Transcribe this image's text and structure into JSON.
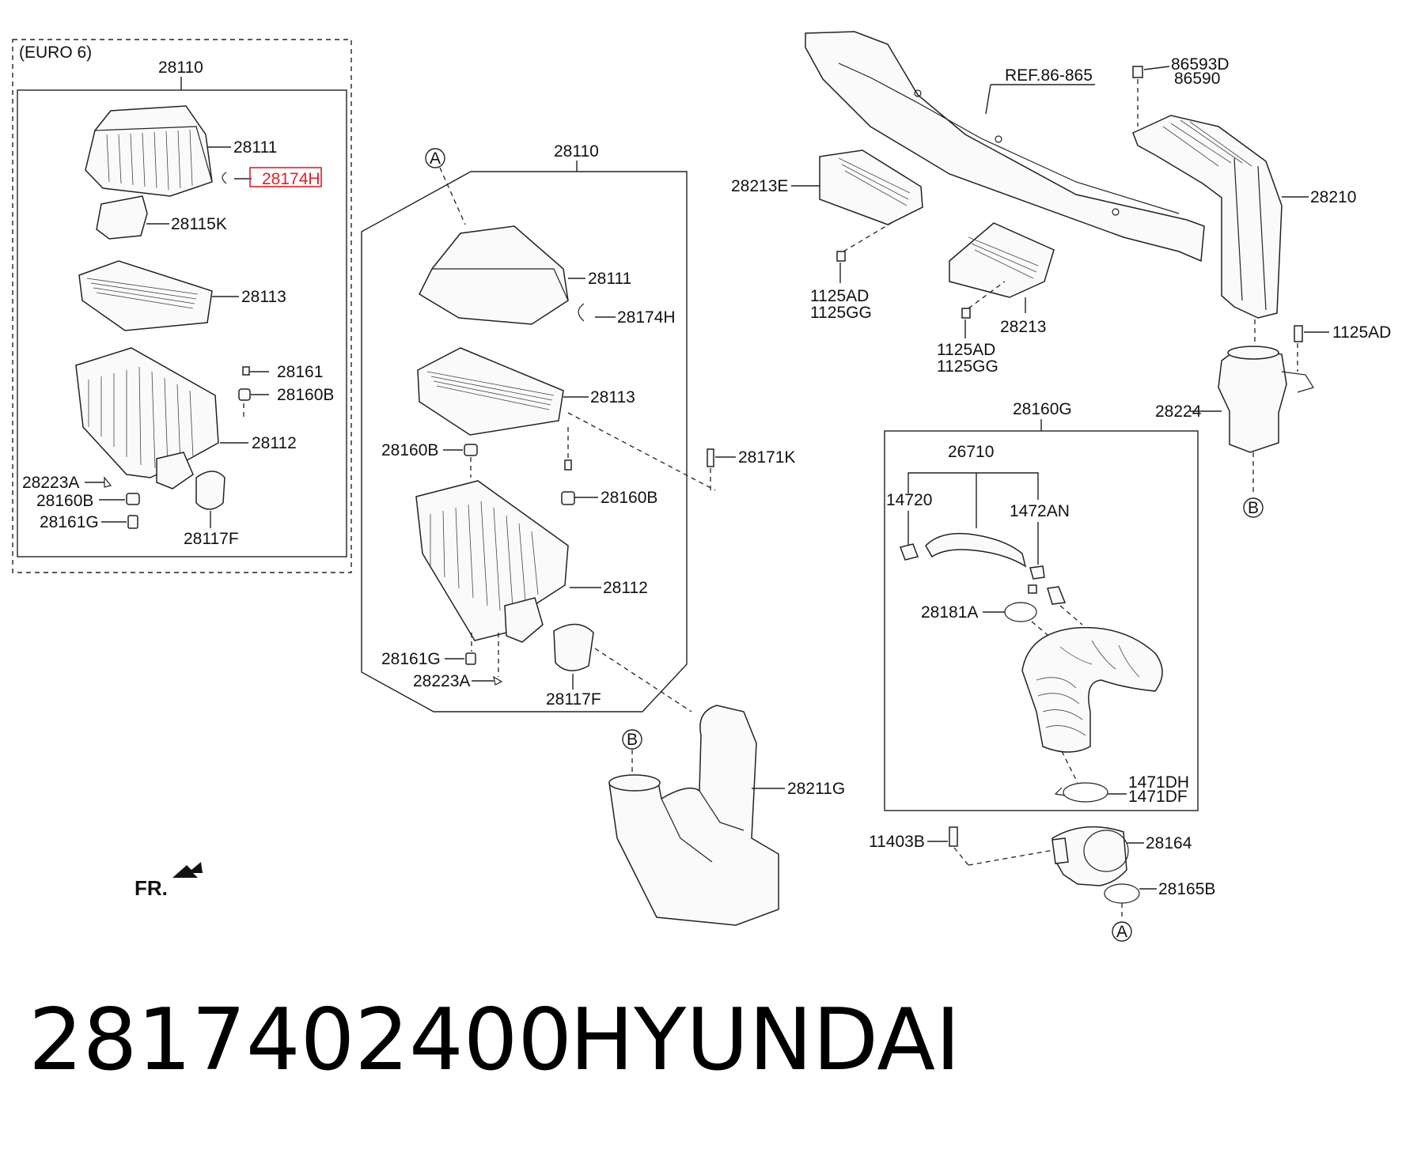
{
  "frame_title": "(EURO 6)",
  "highlight_color": "#e0202a",
  "refs": {
    "A_top": "A",
    "A_bottom": "A",
    "B_mid": "B",
    "B_right": "B"
  },
  "labels": {
    "assy_left": "28110",
    "cover_left": "28111",
    "clip_left_highlight": "28174H",
    "k_left": "28115K",
    "filter_left": "28113",
    "p28161_left": "28161",
    "grommet_left_a": "28160B",
    "body_left": "28112",
    "bolt_left": "28223A",
    "grommet_left_b": "28160B",
    "pin_left": "28161G",
    "seal_left": "28117F",
    "assy_mid": "28110",
    "cover_mid": "28111",
    "clip_mid": "28174H",
    "filter_mid": "28113",
    "grommet_mid_a": "28160B",
    "grommet_mid_b": "28160B",
    "body_mid": "28112",
    "pin_mid": "28161G",
    "bolt_mid": "28223A",
    "seal_mid": "28117F",
    "bolt_171k": "28171K",
    "duct_211g": "28211G",
    "fr": "FR.",
    "ref_86_865": "REF.86-865",
    "guide_213e": "28213E",
    "guide_213": "28213",
    "screw_a1": "1125AD",
    "screw_a2": "1125GG",
    "screw_b1": "1125AD",
    "screw_b2": "1125GG",
    "nut_1": "86593D",
    "nut_2": "86590",
    "duct_210": "28210",
    "screw_c": "1125AD",
    "resonator_224": "28224",
    "hose_assy": "28160G",
    "hose_26710": "26710",
    "clamp_14720": "14720",
    "clamp_1472an": "1472AN",
    "clamp_28181a": "28181A",
    "clamp_1471dh": "1471DH",
    "clamp_1471df": "1471DF",
    "bolt_11403b": "11403B",
    "sensor_28164": "28164",
    "oring_28165b": "28165B"
  },
  "footer": {
    "part_number": "2817402400",
    "brand": "HYUNDAI"
  }
}
